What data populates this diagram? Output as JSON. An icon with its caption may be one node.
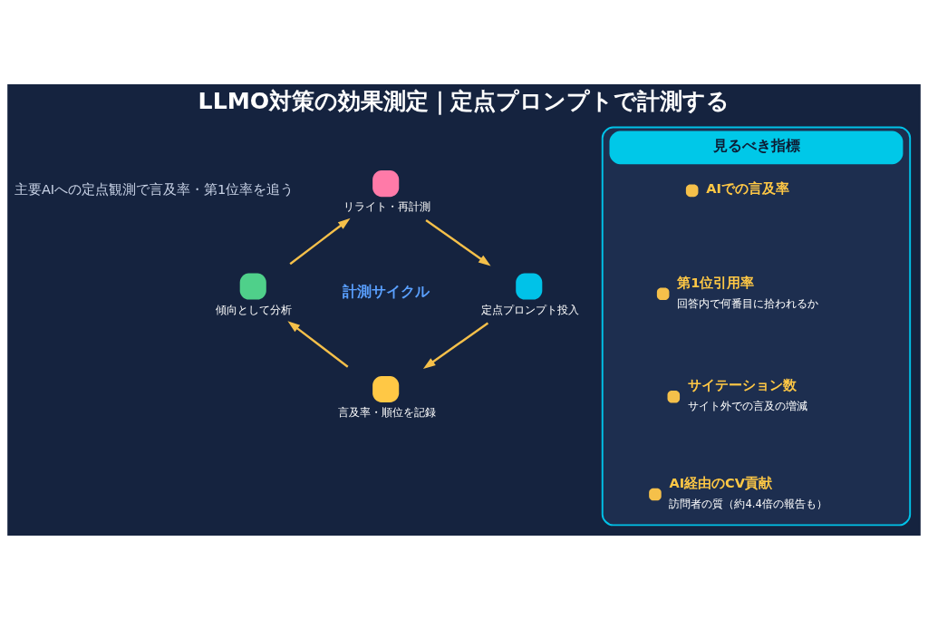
{
  "diagram": {
    "title": "LLMO対策の効果測定｜定点プロンプトで計測する",
    "nodes": [
      {
        "text": [
          "リライト・再計測"
        ]
      },
      {
        "text": [
          "定点プロンプト投入"
        ]
      },
      {
        "text": [
          "言及率・順位を記録"
        ]
      },
      {
        "text": [
          "傾向として分析"
        ]
      },
      {
        "text": [
          "見るべき指標"
        ]
      },
      {
        "text": [
          "AIでの言及率"
        ],
        "in": 4
      },
      {
        "text": [
          "第1位引用率",
          "回答内で何番目に拾われるか"
        ],
        "in": 4
      },
      {
        "text": [
          "サイテーション数",
          "サイト外での言及の増減"
        ],
        "in": 4
      },
      {
        "text": [
          "AI経由のCV貢献",
          "訪問者の質（約4.4倍の報告も）"
        ],
        "in": 4
      }
    ],
    "edges": [
      {
        "from": 0,
        "to": 1,
        "arrow": "to"
      },
      {
        "from": 1,
        "to": 2,
        "arrow": "to"
      },
      {
        "from": 2,
        "to": 3,
        "arrow": "to"
      },
      {
        "from": 3,
        "to": 0,
        "arrow": "to"
      }
    ],
    "labels": [
      "主要AIへの定点観測で言及率・第1位率を追う",
      "計測サイクル"
    ]
  }
}
